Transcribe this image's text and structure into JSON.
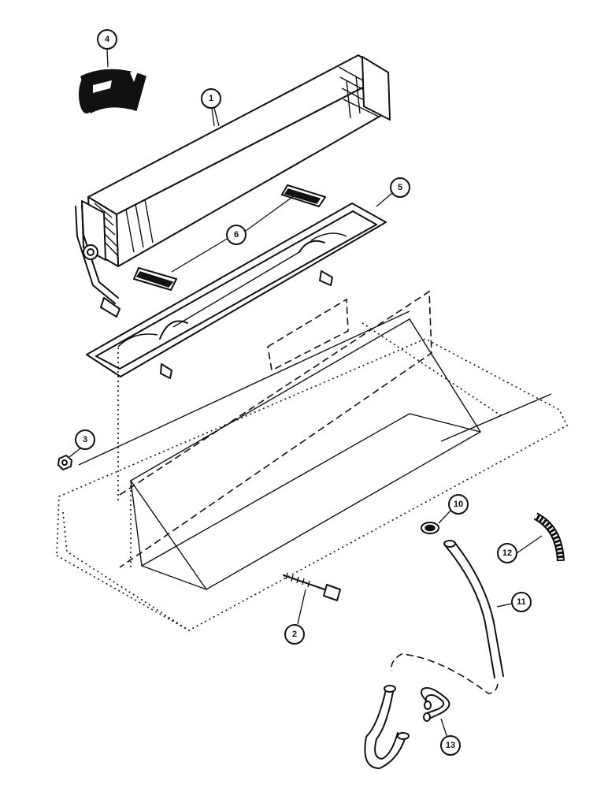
{
  "callouts": [
    {
      "id": "1",
      "label": "1"
    },
    {
      "id": "2",
      "label": "2"
    },
    {
      "id": "3",
      "label": "3"
    },
    {
      "id": "4",
      "label": "4"
    },
    {
      "id": "5",
      "label": "5"
    },
    {
      "id": "6",
      "label": "6"
    },
    {
      "id": "10",
      "label": "10"
    },
    {
      "id": "11",
      "label": "11"
    },
    {
      "id": "12",
      "label": "12"
    },
    {
      "id": "13",
      "label": "13"
    }
  ]
}
